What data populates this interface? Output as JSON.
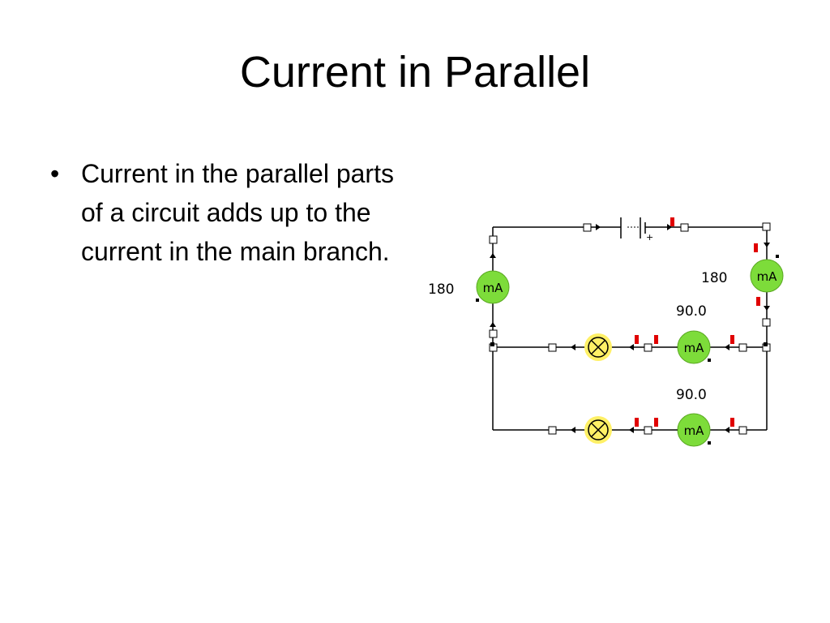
{
  "slide": {
    "title": "Current in Parallel",
    "bullets": [
      {
        "marker": "•",
        "text": "Current in the parallel parts of a circuit adds up to the current in the main branch."
      }
    ]
  },
  "diagram": {
    "meter_unit": "mA",
    "battery_plus": "+",
    "readings": {
      "main_left": "180",
      "main_right": "180",
      "branch_top": "90.0",
      "branch_bottom": "90.0"
    },
    "colors": {
      "meter_fill": "#7ddc3a",
      "lamp_glow": "#fff066",
      "marker_red": "#e00000",
      "wire": "#000000"
    }
  }
}
